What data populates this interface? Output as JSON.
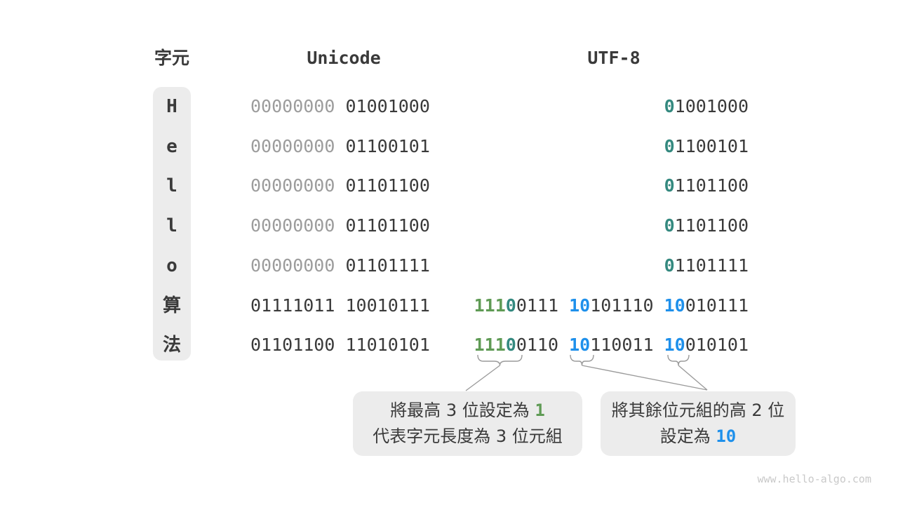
{
  "headers": {
    "char": "字元",
    "unicode": "Unicode",
    "utf8": "UTF-8"
  },
  "palette": {
    "dark": "#3a3a3a",
    "gray": "#9c9c9c",
    "green": "#5f9b55",
    "teal": "#34897f",
    "blue": "#1e90eb",
    "box_bg": "#ececec",
    "connector": "#9b9b9b",
    "watermark": "#c9c9c9"
  },
  "rows": [
    {
      "char": "H",
      "unicode": [
        [
          {
            "t": "00000000",
            "c": "gray"
          }
        ],
        [
          {
            "t": "01001000",
            "c": "dark"
          }
        ]
      ],
      "utf8": [
        [
          {
            "t": "0",
            "c": "teal"
          },
          {
            "t": "1001000",
            "c": "dark"
          }
        ]
      ]
    },
    {
      "char": "e",
      "unicode": [
        [
          {
            "t": "00000000",
            "c": "gray"
          }
        ],
        [
          {
            "t": "01100101",
            "c": "dark"
          }
        ]
      ],
      "utf8": [
        [
          {
            "t": "0",
            "c": "teal"
          },
          {
            "t": "1100101",
            "c": "dark"
          }
        ]
      ]
    },
    {
      "char": "l",
      "unicode": [
        [
          {
            "t": "00000000",
            "c": "gray"
          }
        ],
        [
          {
            "t": "01101100",
            "c": "dark"
          }
        ]
      ],
      "utf8": [
        [
          {
            "t": "0",
            "c": "teal"
          },
          {
            "t": "1101100",
            "c": "dark"
          }
        ]
      ]
    },
    {
      "char": "l",
      "unicode": [
        [
          {
            "t": "00000000",
            "c": "gray"
          }
        ],
        [
          {
            "t": "01101100",
            "c": "dark"
          }
        ]
      ],
      "utf8": [
        [
          {
            "t": "0",
            "c": "teal"
          },
          {
            "t": "1101100",
            "c": "dark"
          }
        ]
      ]
    },
    {
      "char": "o",
      "unicode": [
        [
          {
            "t": "00000000",
            "c": "gray"
          }
        ],
        [
          {
            "t": "01101111",
            "c": "dark"
          }
        ]
      ],
      "utf8": [
        [
          {
            "t": "0",
            "c": "teal"
          },
          {
            "t": "1101111",
            "c": "dark"
          }
        ]
      ]
    },
    {
      "char": "算",
      "unicode": [
        [
          {
            "t": "01111011",
            "c": "dark"
          }
        ],
        [
          {
            "t": "10010111",
            "c": "dark"
          }
        ]
      ],
      "utf8": [
        [
          {
            "t": "111",
            "c": "green"
          },
          {
            "t": "0",
            "c": "teal"
          },
          {
            "t": "0111",
            "c": "dark"
          }
        ],
        [
          {
            "t": "10",
            "c": "blue"
          },
          {
            "t": "101110",
            "c": "dark"
          }
        ],
        [
          {
            "t": "10",
            "c": "blue"
          },
          {
            "t": "010111",
            "c": "dark"
          }
        ]
      ]
    },
    {
      "char": "法",
      "unicode": [
        [
          {
            "t": "01101100",
            "c": "dark"
          }
        ],
        [
          {
            "t": "11010101",
            "c": "dark"
          }
        ]
      ],
      "utf8": [
        [
          {
            "t": "111",
            "c": "green"
          },
          {
            "t": "0",
            "c": "teal"
          },
          {
            "t": "0110",
            "c": "dark"
          }
        ],
        [
          {
            "t": "10",
            "c": "blue"
          },
          {
            "t": "110011",
            "c": "dark"
          }
        ],
        [
          {
            "t": "10",
            "c": "blue"
          },
          {
            "t": "010101",
            "c": "dark"
          }
        ]
      ]
    }
  ],
  "callouts": [
    {
      "lines": [
        [
          {
            "t": "將最高 3 位設定為 ",
            "c": "dark"
          },
          {
            "t": "1",
            "c": "green",
            "mono": true
          }
        ],
        [
          {
            "t": "代表字元長度為 3 位元組",
            "c": "dark"
          }
        ]
      ]
    },
    {
      "lines": [
        [
          {
            "t": "將其餘位元組的高 2 位",
            "c": "dark"
          }
        ],
        [
          {
            "t": "設定為 ",
            "c": "dark"
          },
          {
            "t": "10",
            "c": "blue",
            "mono": true
          }
        ]
      ]
    }
  ],
  "watermark": "www.hello-algo.com"
}
